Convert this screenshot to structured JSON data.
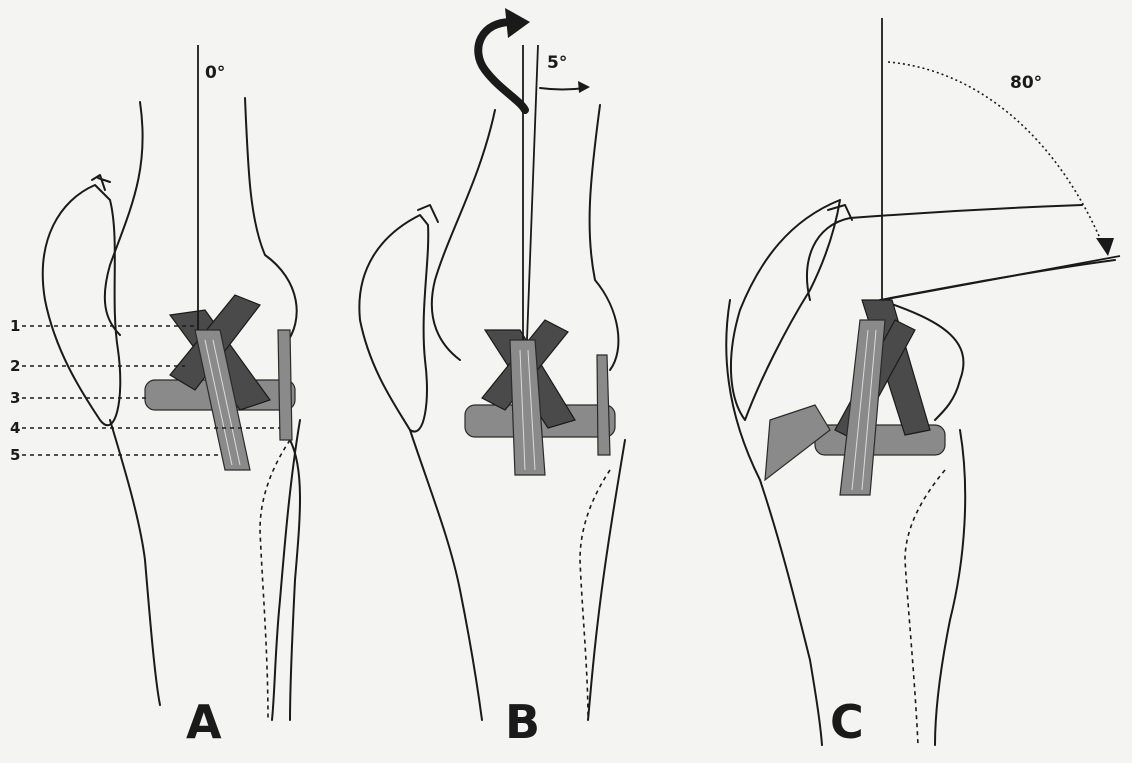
{
  "panels": [
    {
      "id": "A",
      "label": "A",
      "angle": "0°"
    },
    {
      "id": "B",
      "label": "B",
      "angle": "5°"
    },
    {
      "id": "C",
      "label": "C",
      "angle": "80°"
    }
  ],
  "callouts": [
    "1",
    "2",
    "3",
    "4",
    "5"
  ]
}
